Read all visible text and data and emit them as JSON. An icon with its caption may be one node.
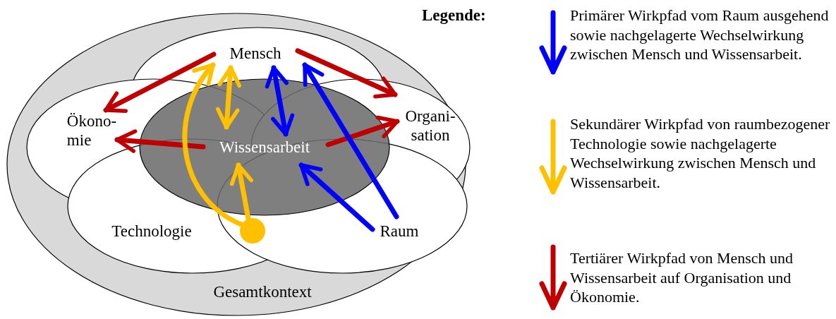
{
  "diagram": {
    "nodes": [
      {
        "text": [
          "Gesamtkontext"
        ]
      },
      {
        "text": [
          "Mensch"
        ],
        "in": 0
      },
      {
        "text": [
          "Ökono- mie"
        ],
        "in": 0
      },
      {
        "text": [
          "Organi- sation"
        ],
        "in": 0
      },
      {
        "text": [
          "Technologie"
        ],
        "in": 0
      },
      {
        "text": [
          "Raum"
        ],
        "in": 0
      },
      {
        "text": [
          "Wissensarbeit"
        ],
        "in": 0
      },
      {
        "text": [],
        "shape": "circle",
        "in": 0
      }
    ],
    "edges": [
      {
        "from": 1,
        "to": 2,
        "arrow": "to",
        "color": "#c00000"
      },
      {
        "from": 1,
        "to": 3,
        "arrow": "to",
        "color": "#c00000"
      },
      {
        "from": 6,
        "to": 2,
        "arrow": "to",
        "color": "#c00000"
      },
      {
        "from": 6,
        "to": 3,
        "arrow": "to",
        "color": "#c00000"
      },
      {
        "from": 7,
        "to": 1,
        "arrow": "to",
        "color": "#ffc000"
      },
      {
        "from": 1,
        "to": 6,
        "arrow": "both",
        "color": "#ffc000"
      },
      {
        "from": 7,
        "to": 6,
        "arrow": "to",
        "color": "#ffc000"
      },
      {
        "from": 1,
        "to": 6,
        "arrow": "both",
        "color": "#0000ff"
      },
      {
        "from": 5,
        "to": 1,
        "arrow": "to",
        "color": "#0000ff"
      },
      {
        "from": 5,
        "to": 6,
        "arrow": "to",
        "color": "#0000ff"
      }
    ],
    "labels": [
      "Legende:"
    ],
    "legend": [
      {
        "text": "Primärer Wirkpfad vom Raum ausgehend sowie nachgelagerte Wechselwirkung zwischen Mensch und Wissensarbeit."
      },
      {
        "text": "Sekundärer Wirkpfad von raumbezogener Technologie sowie nachgelagerte Wechselwirkung zwischen Mensch und Wissensarbeit."
      },
      {
        "text": "Tertiärer Wirkpfad von Mensch und Wissensarbeit auf Organisation und Ökonomie."
      }
    ]
  }
}
